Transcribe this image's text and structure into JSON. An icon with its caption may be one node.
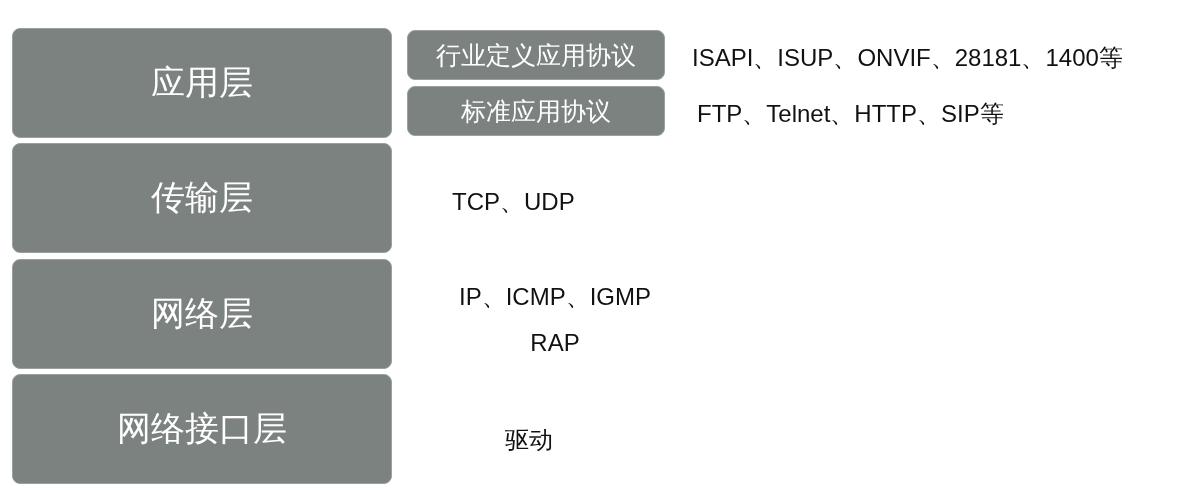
{
  "diagram": {
    "nodes": [
      {
        "text": [
          "应用层"
        ]
      },
      {
        "text": [
          "行业定义应用协议"
        ],
        "beside": [
          "ISAPI、ISUP、ONVIF、28181、1400等"
        ]
      },
      {
        "text": [
          "标准应用协议"
        ],
        "beside": [
          "FTP、Telnet、HTTP、SIP等"
        ]
      },
      {
        "text": [
          "传输层"
        ],
        "beside": [
          "TCP、UDP"
        ]
      },
      {
        "text": [
          "网络层"
        ],
        "beside": [
          "IP、ICMP、IGMP RAP"
        ]
      },
      {
        "text": [
          "网络接口层"
        ]
      }
    ],
    "labels": [
      "驱动"
    ]
  }
}
